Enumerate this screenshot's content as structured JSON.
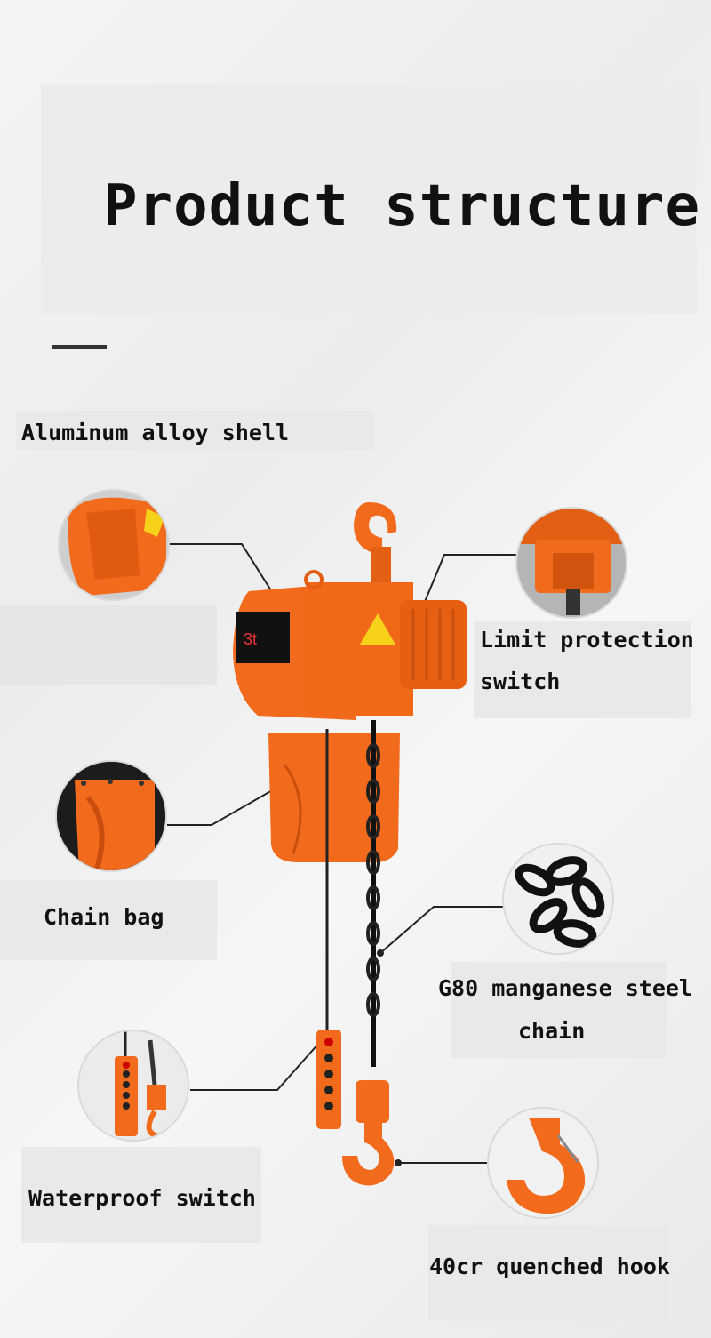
{
  "heading": "Product structure",
  "features": {
    "aluminum": "Aluminum alloy shell",
    "limit_line1": "Limit protection",
    "limit_line2": "switch",
    "chain_bag": "Chain bag",
    "chain_line1": "G80 manganese steel",
    "chain_line2": "chain",
    "waterproof": "Waterproof switch",
    "hook": "40cr quenched hook"
  },
  "product_label": {
    "capacity": "3t"
  },
  "colors": {
    "orange": "#f26a1b",
    "dark_orange": "#c84e0e",
    "black": "#1a1a1a"
  }
}
